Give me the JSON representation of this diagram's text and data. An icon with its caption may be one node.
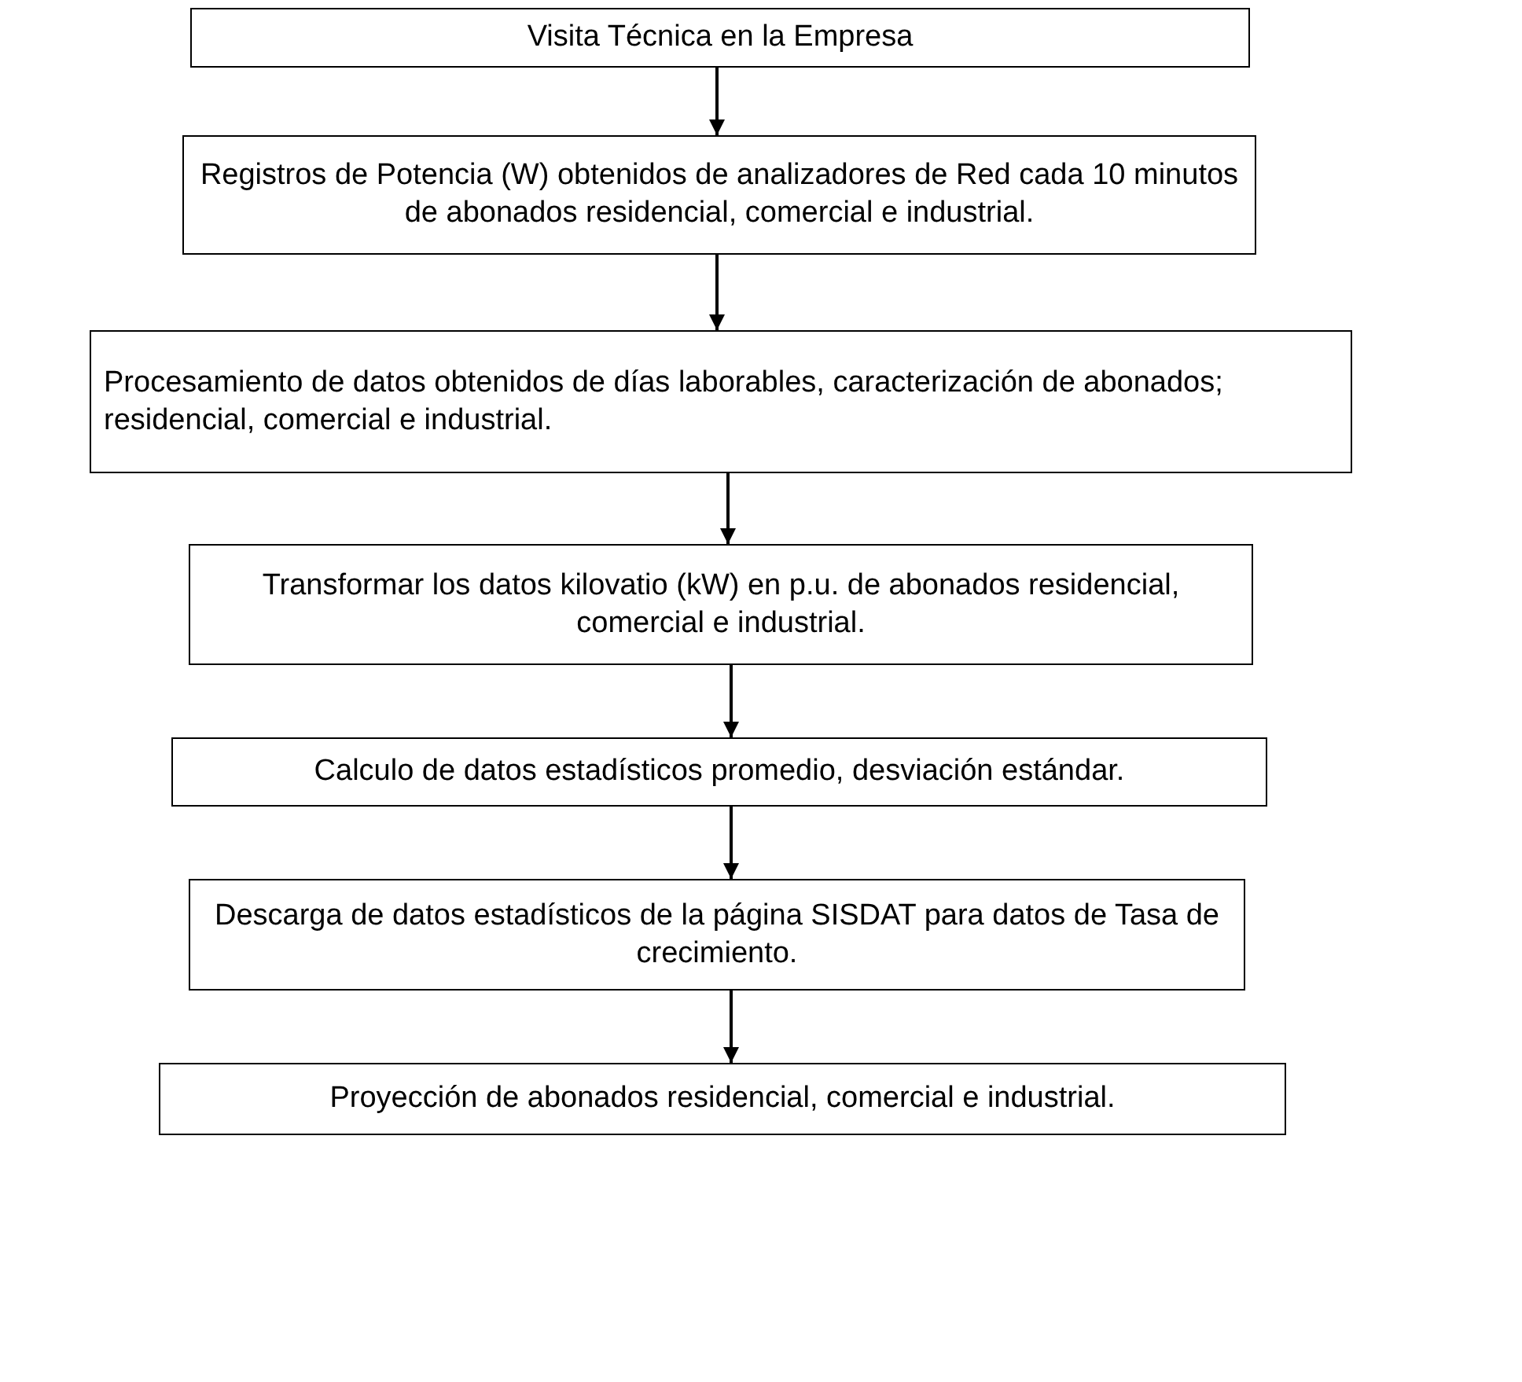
{
  "diagram": {
    "nodes": [
      {
        "text": [
          "Visita Técnica en la Empresa"
        ]
      },
      {
        "text": [
          "Registros de Potencia (W) obtenidos de analizadores de Red cada 10 minutos de abonados residencial, comercial e industrial."
        ]
      },
      {
        "text": [
          "Procesamiento de datos obtenidos de días laborables, caracterización de abonados; residencial, comercial e industrial."
        ]
      },
      {
        "text": [
          "Transformar los datos kilovatio (kW) en p.u. de abonados residencial, comercial e industrial."
        ]
      },
      {
        "text": [
          "Calculo de datos estadísticos promedio, desviación estándar."
        ]
      },
      {
        "text": [
          "Descarga de datos estadísticos de la página SISDAT para datos de Tasa de crecimiento."
        ]
      },
      {
        "text": [
          "Proyección de abonados residencial, comercial e industrial."
        ]
      }
    ],
    "edges": [
      {
        "from": 0,
        "to": 1,
        "arrow": "to"
      },
      {
        "from": 1,
        "to": 2,
        "arrow": "to"
      },
      {
        "from": 2,
        "to": 3,
        "arrow": "to"
      },
      {
        "from": 3,
        "to": 4,
        "arrow": "to"
      },
      {
        "from": 4,
        "to": 5,
        "arrow": "to"
      },
      {
        "from": 5,
        "to": 6,
        "arrow": "to"
      }
    ]
  }
}
